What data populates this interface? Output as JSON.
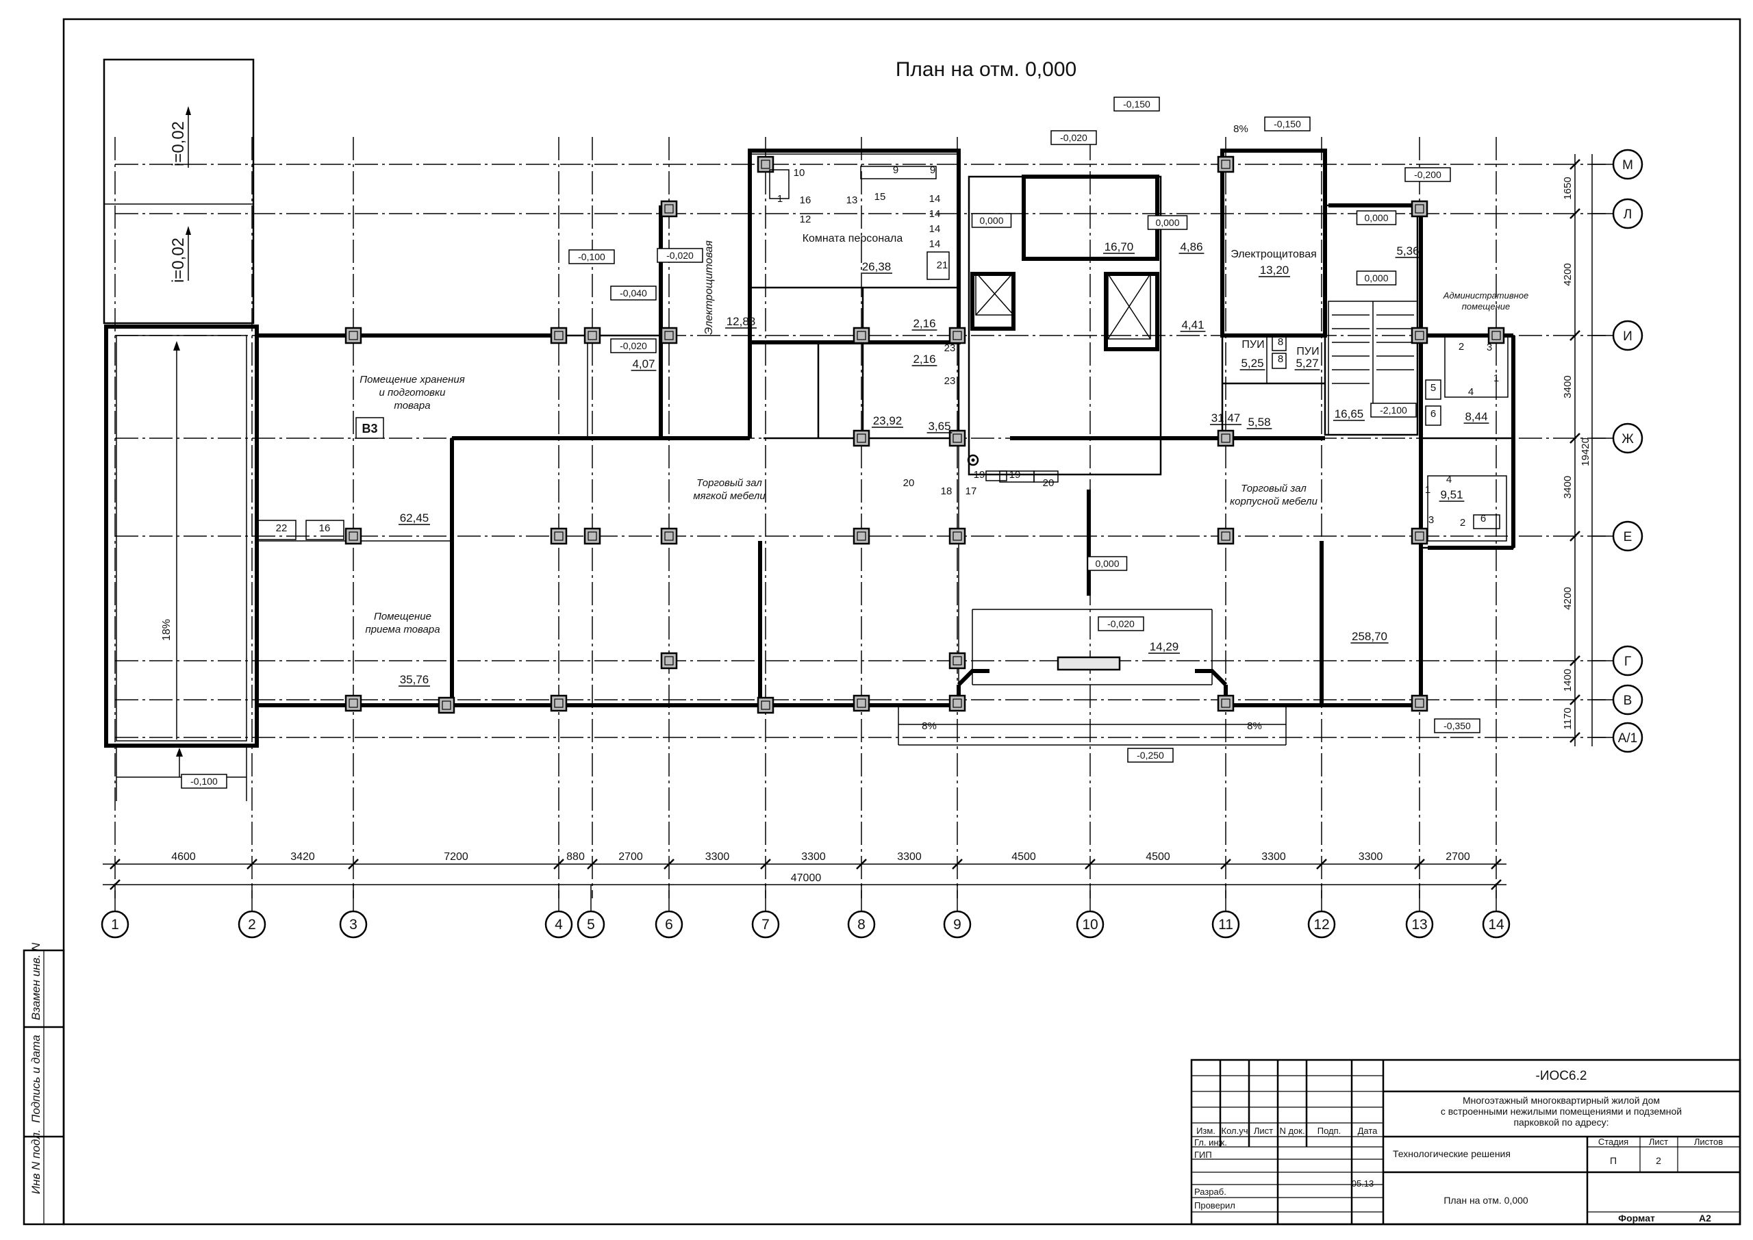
{
  "plan_title": "План на отм. 0,000",
  "axes_x": [
    "1",
    "2",
    "3",
    "4",
    "5",
    "6",
    "7",
    "8",
    "9",
    "10",
    "11",
    "12",
    "13",
    "14"
  ],
  "axes_y": [
    "М",
    "Л",
    "И",
    "Ж",
    "Е",
    "Г",
    "В",
    "А/1"
  ],
  "dims_bottom": [
    "4600",
    "3420",
    "7200",
    "880",
    "2700",
    "3300",
    "3300",
    "3300",
    "4500",
    "4500",
    "3300",
    "3300",
    "2700"
  ],
  "dim_total_bottom": "47000",
  "dims_right": [
    "1650",
    "4200",
    "3400",
    "3400",
    "4200",
    "1400",
    "1170"
  ],
  "dim_total_right": "19420",
  "rooms": {
    "storage_name": "Помещение хранения и подготовки товара",
    "receiving_name": "Помещение приема товара",
    "soft_hall": "Торговый зал мягкой мебели",
    "cabinet_hall": "Торговый зал корпусной мебели",
    "staff_room": "Комната персонала",
    "elec_left": "Электрощитовая",
    "elec_right": "Электрощитовая",
    "admin": "Административное помещение",
    "puy1": "ПУИ",
    "puy2": "ПУИ",
    "axis_label": "В3"
  },
  "areas": [
    "62,45",
    "35,76",
    "4,07",
    "12,88",
    "26,38",
    "2,16",
    "2,16",
    "23,92",
    "3,65",
    "16,70",
    "4,86",
    "4,41",
    "31,47",
    "13,20",
    "5,25",
    "5,27",
    "5,58",
    "16,65",
    "5,36",
    "8,44",
    "9,51",
    "14,29",
    "258,70"
  ],
  "levels": [
    "-0,150",
    "-0,150",
    "-0,020",
    "-0,020",
    "-0,100",
    "-0,040",
    "-0,020",
    "-0,200",
    "0,000",
    "0,000",
    "0,000",
    "0,000",
    "0,000",
    "-2,100",
    "-0,020",
    "-0,350",
    "-0,250",
    "-0,100"
  ],
  "slopes": [
    "8%",
    "8%",
    "8%",
    "18%"
  ],
  "ramp_slopes": [
    "i=0,02",
    "i=0,02"
  ],
  "equipment": [
    "9",
    "9",
    "10",
    "1",
    "16",
    "12",
    "13",
    "15",
    "14",
    "14",
    "14",
    "14",
    "21",
    "23",
    "23",
    "8",
    "8",
    "5",
    "6",
    "22",
    "16",
    "20",
    "18",
    "19",
    "19",
    "20",
    "17",
    "2",
    "3",
    "4",
    "1",
    "1",
    "4",
    "3",
    "2",
    "6"
  ],
  "stamp": {
    "code": "-ИОС6.2",
    "project": [
      "Многоэтажный многоквартирный жилой дом",
      "с встроенными нежилыми помещениями и подземной",
      "парковкой по адресу:"
    ],
    "section": "Технологические решения",
    "sheet_title": "План на отм. 0,000",
    "headers": [
      "Изм.",
      "Кол.уч",
      "Лист",
      "N док.",
      "Подп.",
      "Дата"
    ],
    "roles": [
      "Гл. инж.",
      "ГИП",
      "",
      "Разраб.",
      "Проверил"
    ],
    "date": "05.13",
    "stage_label": "Стадия",
    "sheet_label": "Лист",
    "sheets_label": "Листов",
    "stage": "П",
    "sheet": "2",
    "format_label": "Формат",
    "format": "А2"
  },
  "side_stamp": [
    "Инв N подл.",
    "Подпись и дата",
    "Взамен инв. N"
  ]
}
